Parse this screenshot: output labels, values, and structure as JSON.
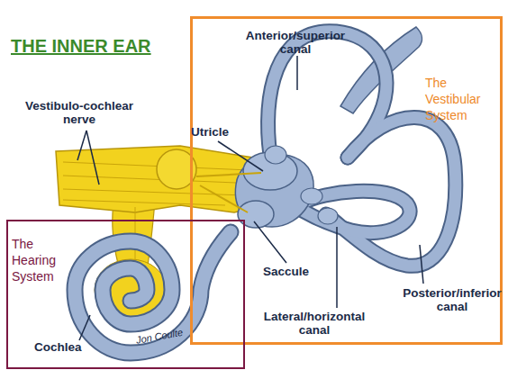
{
  "diagram": {
    "title": "THE INNER EAR",
    "nodes": [
      {
        "text": [
          "The Vestibular System"
        ]
      },
      {
        "text": [
          "The Hearing System"
        ]
      }
    ],
    "labels": [
      "Vestibulo-cochlear nerve",
      "Anterior/superior canal",
      "Utricle",
      "Saccule",
      "Lateral/horizontal canal",
      "Posterior/inferior canal",
      "Cochlea",
      "Jon Coulte"
    ]
  }
}
